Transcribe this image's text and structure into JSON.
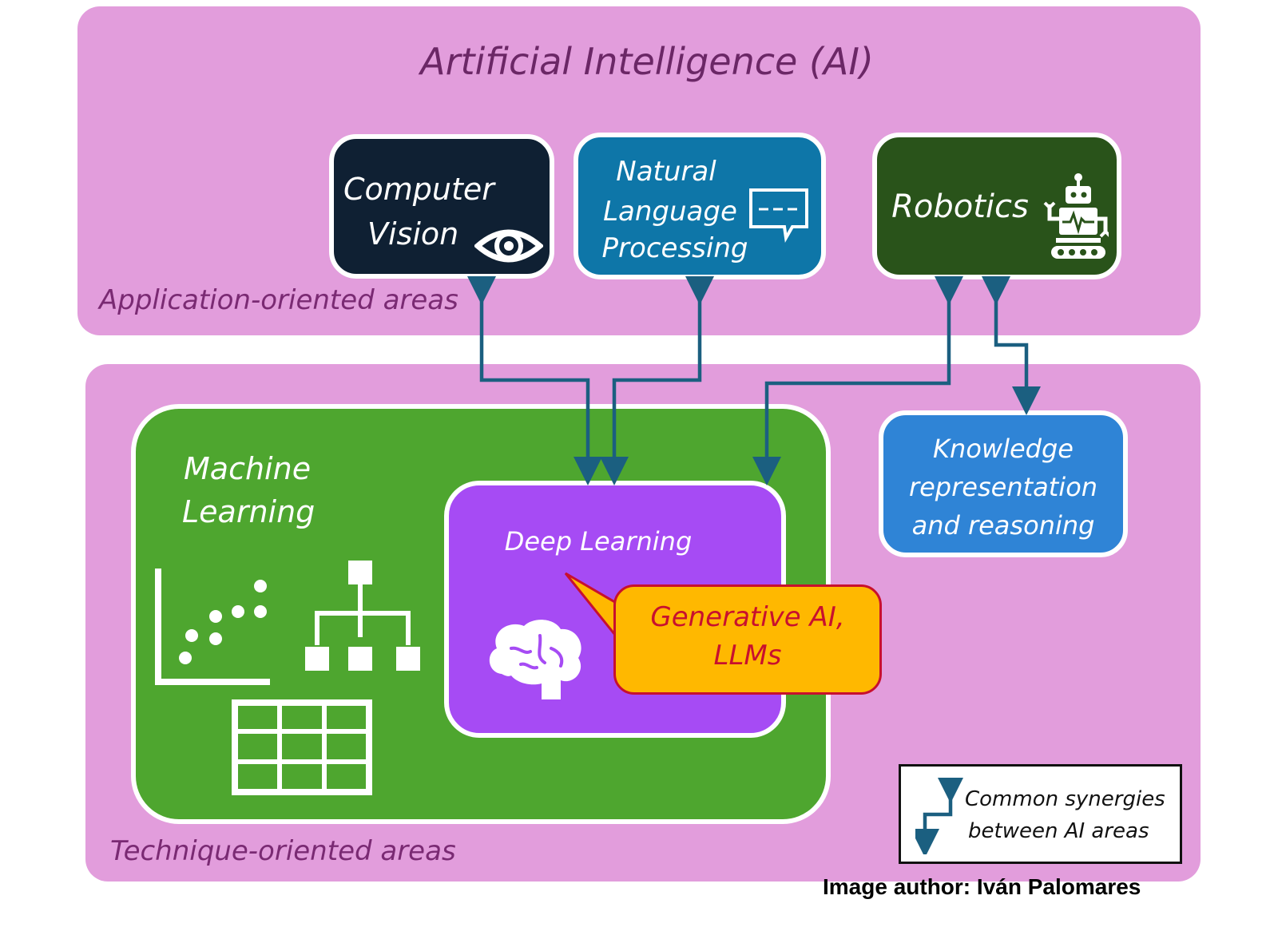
{
  "title": "Artificial Intelligence (AI)",
  "application_label": "Application-oriented areas",
  "technique_label": "Technique-oriented areas",
  "nodes": {
    "computer_vision": {
      "line1": "Computer",
      "line2": "Vision",
      "icon": "eye-icon",
      "color": "#0f2033"
    },
    "nlp": {
      "line1": "Natural",
      "line2": "Language",
      "line3": "Processing",
      "icon": "chat-bubble-icon",
      "color": "#0e76a8"
    },
    "robotics": {
      "label": "Robotics",
      "icon": "robot-icon",
      "color": "#29531a"
    },
    "machine_learning": {
      "line1": "Machine",
      "line2": "Learning",
      "color": "#4ea62f"
    },
    "deep_learning": {
      "label": "Deep Learning",
      "icon": "brain-icon",
      "color": "#a64bf4"
    },
    "generative_ai": {
      "line1": "Generative AI,",
      "line2": "LLMs",
      "color": "#ffb800",
      "text_color": "#c8102e"
    },
    "knowledge": {
      "line1": "Knowledge",
      "line2": "representation",
      "line3": "and reasoning",
      "color": "#2f84d6"
    }
  },
  "legend": {
    "line1": "Common synergies",
    "line2": "between AI areas",
    "icon": "synergy-arrow-icon"
  },
  "credit": "Image author: Iván Palomares",
  "colors": {
    "panel": "#e29ddc",
    "arrow": "#1b5f80",
    "label": "#7a2a73"
  }
}
